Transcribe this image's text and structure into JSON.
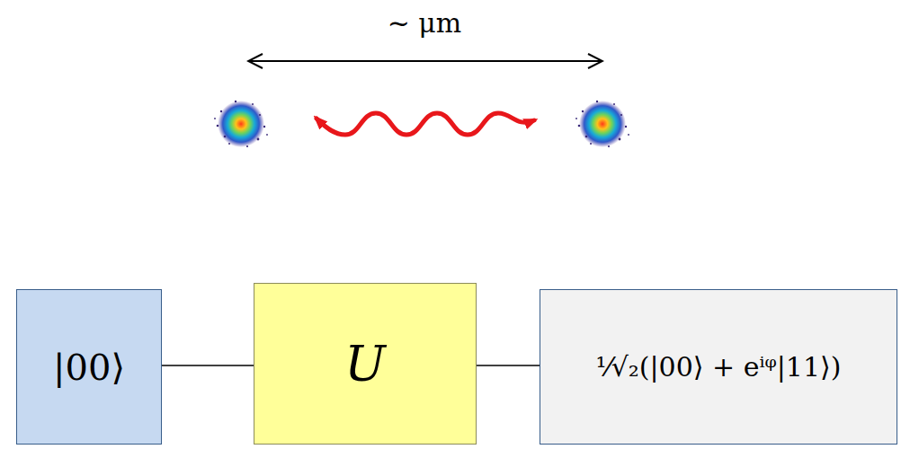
{
  "diagram": {
    "nodes": [
      {
        "text": [
          "|00⟩"
        ]
      },
      {
        "text": [
          "U"
        ]
      },
      {
        "text": [
          "¹⁄√₂(|00⟩ + eⁱᵠ|11⟩)"
        ]
      }
    ],
    "edges": [
      {
        "from": 0,
        "to": 1,
        "arrow": "none"
      },
      {
        "from": 1,
        "to": 2,
        "arrow": "none"
      }
    ],
    "labels": [
      "~ μm"
    ]
  }
}
